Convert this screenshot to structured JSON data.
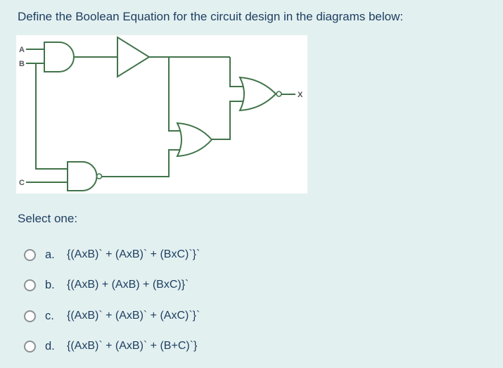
{
  "page": {
    "title": "Define the Boolean Equation for the circuit design in the diagrams below:",
    "background_color": "#e3f0f0",
    "text_color": "#1c3d5f"
  },
  "diagram": {
    "line_color": "#41744a",
    "panel_color": "#ffffff",
    "label_color": "#55565a",
    "gates": [
      "and-gate",
      "buffer-gate",
      "nand-gate",
      "or-gate",
      "nor-gate"
    ],
    "labels": {
      "a": "A",
      "b": "B",
      "c": "C",
      "x": "X"
    }
  },
  "question": {
    "prompt": "Select one:",
    "options": [
      {
        "letter": "a.",
        "text": "{(AxB)` + (AxB)` + (BxC)`}`",
        "selected": false
      },
      {
        "letter": "b.",
        "text": "{(AxB) + (AxB) + (BxC)}`",
        "selected": false
      },
      {
        "letter": "c.",
        "text": "{(AxB)` + (AxB)` + (AxC)`}`",
        "selected": false
      },
      {
        "letter": "d.",
        "text": "{(AxB)` + (AxB)` + (B+C)`}",
        "selected": false
      }
    ]
  }
}
